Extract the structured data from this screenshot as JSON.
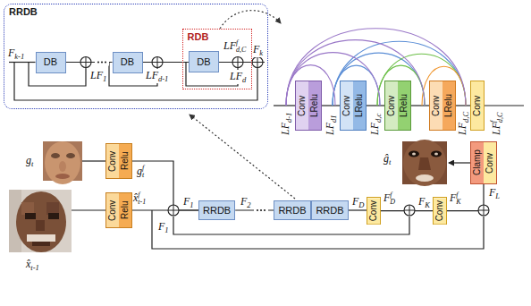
{
  "diagram": {
    "nodes": [
      {
        "text": [
          "RRDB"
        ]
      },
      {
        "text": [
          "DB"
        ],
        "in": 0
      },
      {
        "text": [
          "DB"
        ],
        "in": 0
      },
      {
        "text": [
          "RDB"
        ],
        "in": 0
      },
      {
        "text": [
          "DB"
        ],
        "in": 3
      },
      {
        "text": [
          "Conv",
          "LRelu"
        ]
      },
      {
        "text": [
          "Conv",
          "LRelu"
        ]
      },
      {
        "text": [
          "Conv",
          "LRelu"
        ]
      },
      {
        "text": [
          "Conv",
          "LRelu"
        ]
      },
      {
        "text": [
          "Conv"
        ]
      },
      {
        "text": [
          "Conv",
          "Relu"
        ]
      },
      {
        "text": [
          "Conv",
          "Relu"
        ]
      },
      {
        "text": [
          "RRDB"
        ]
      },
      {
        "text": [
          "RRDB"
        ]
      },
      {
        "text": [
          "RRDB"
        ]
      },
      {
        "text": [
          "Conv"
        ]
      },
      {
        "text": [
          "Conv"
        ]
      },
      {
        "text": [
          "Clamp",
          "Conv"
        ]
      }
    ],
    "edges": [
      {
        "from": 1,
        "to": 2,
        "arrow": "none"
      },
      {
        "from": 2,
        "to": 4,
        "arrow": "none"
      },
      {
        "from": 5,
        "to": 6,
        "arrow": "none"
      },
      {
        "from": 6,
        "to": 7,
        "arrow": "none"
      },
      {
        "from": 7,
        "to": 8,
        "arrow": "none"
      },
      {
        "from": 8,
        "to": 9,
        "arrow": "none"
      },
      {
        "from": 5,
        "to": 7,
        "arrow": "none"
      },
      {
        "from": 5,
        "to": 8,
        "arrow": "none"
      },
      {
        "from": 5,
        "to": 9,
        "arrow": "none"
      },
      {
        "from": 6,
        "to": 8,
        "arrow": "none"
      },
      {
        "from": 6,
        "to": 9,
        "arrow": "none"
      },
      {
        "from": 7,
        "to": 9,
        "arrow": "none"
      },
      {
        "from": 10,
        "to": 12,
        "arrow": "none"
      },
      {
        "from": 11,
        "to": 12,
        "arrow": "none"
      },
      {
        "from": 12,
        "to": 13,
        "arrow": "none"
      },
      {
        "from": 14,
        "to": 15,
        "arrow": "none"
      },
      {
        "from": 15,
        "to": 16,
        "arrow": "none"
      },
      {
        "from": 16,
        "to": 17,
        "arrow": "none"
      }
    ],
    "labels": [
      "F",
      "k-1",
      "LF",
      "1",
      "LF",
      "d-1",
      "LF",
      "f",
      "d,C",
      "LF",
      "d",
      "F",
      "k",
      "LF",
      "d-1",
      "LF",
      "d1",
      "LF",
      "d,c",
      "LF",
      "d,C",
      "LF",
      "f",
      "d,C",
      "g",
      "t",
      "g",
      "f",
      "t",
      "x̂",
      "t-1",
      "x̂",
      "f",
      "t-1",
      "F",
      "1",
      "F",
      "1",
      "F",
      "2",
      "F",
      "D",
      "F",
      "f",
      "D",
      "F",
      "K",
      "F",
      "f",
      "K",
      "F",
      "L",
      "ĝ",
      "t"
    ]
  }
}
